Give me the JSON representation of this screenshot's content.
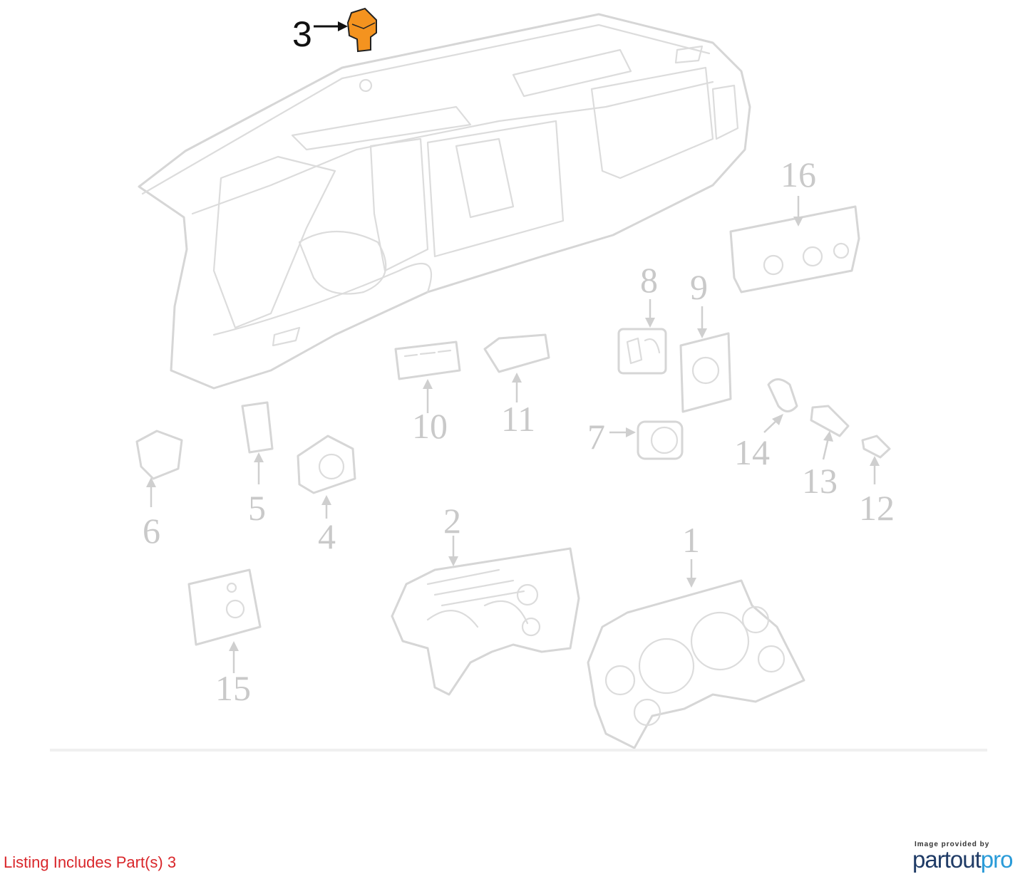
{
  "highlight_color": "#f4931f",
  "callouts": [
    "1",
    "2",
    "3",
    "4",
    "5",
    "6",
    "7",
    "8",
    "9",
    "10",
    "11",
    "12",
    "13",
    "14",
    "15",
    "16"
  ],
  "highlighted_callout": "3",
  "footer": {
    "listing": "Listing Includes Part(s) 3",
    "credit": "Image provided by",
    "brand_a": "partout",
    "brand_b": "pro"
  }
}
